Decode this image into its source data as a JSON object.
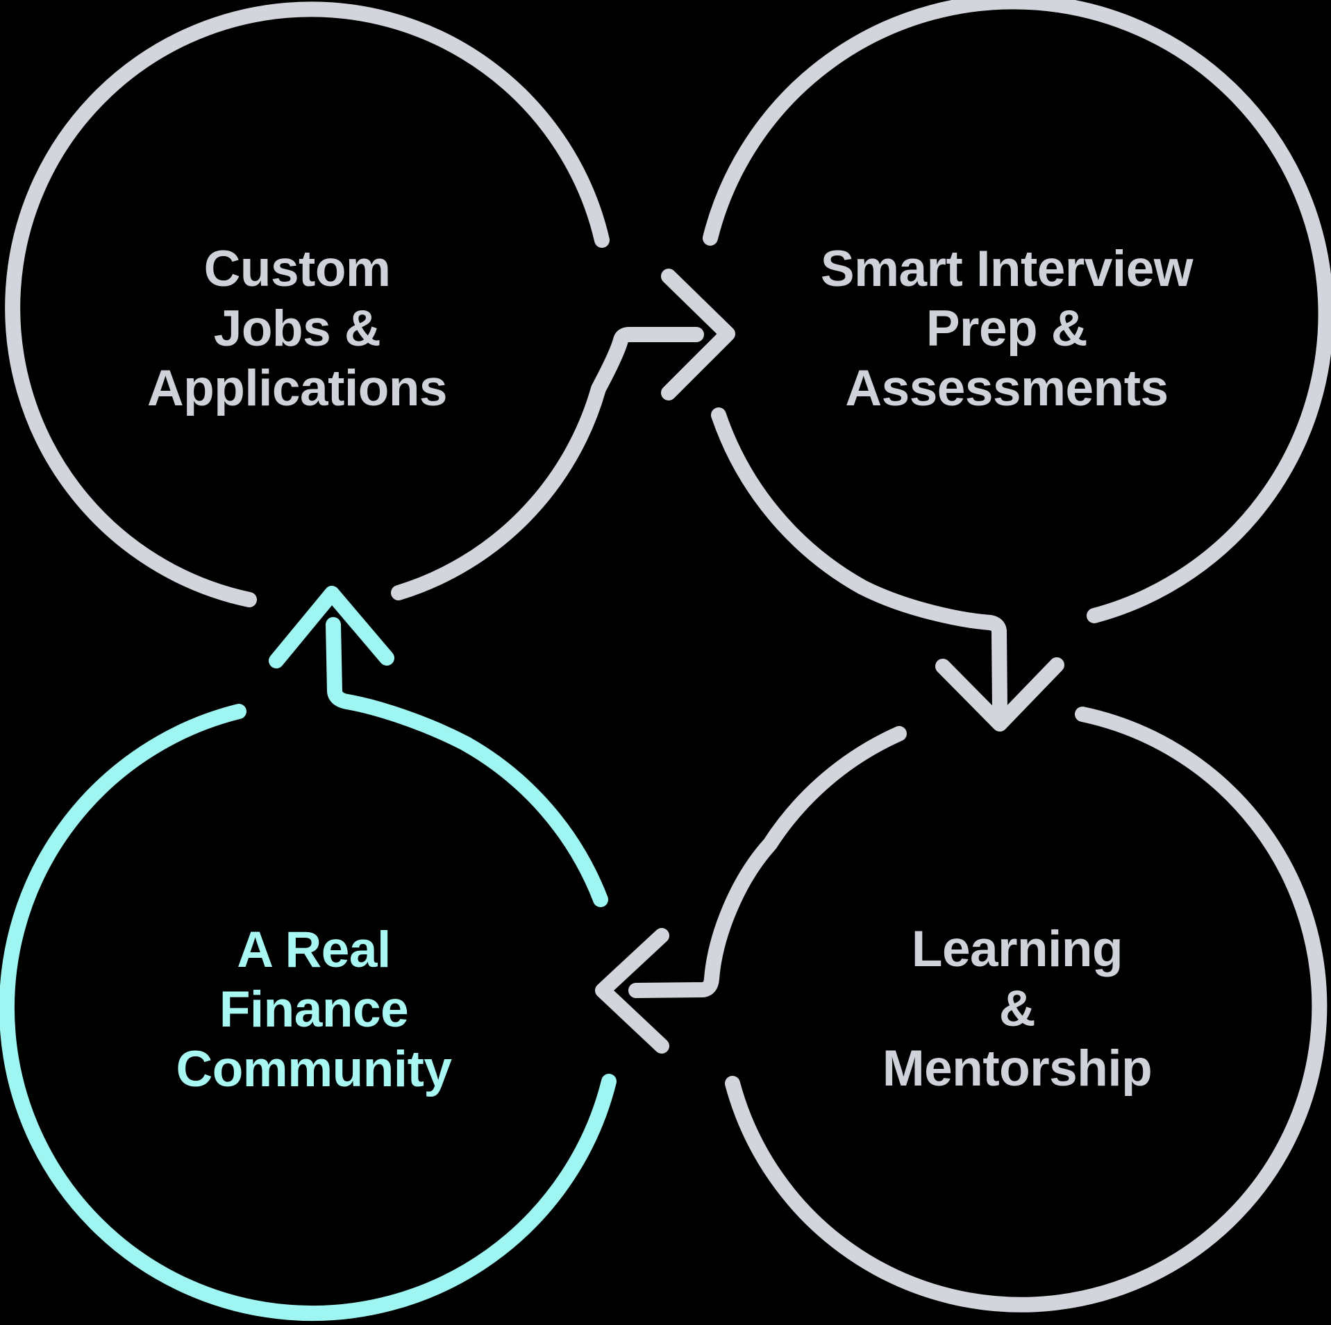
{
  "diagram": {
    "type": "cycle",
    "background_color": "#000000",
    "colors": {
      "gray_stroke": "#D2D5DB",
      "gray_text": "#CFD3D9",
      "highlight_stroke": "#9FF5F1",
      "highlight_text": "#A9F7F3"
    },
    "nodes": [
      {
        "id": "custom-jobs-applications",
        "lines": [
          "Custom",
          "Jobs &",
          "Applications"
        ],
        "color": "gray",
        "highlighted": false
      },
      {
        "id": "smart-interview-prep-assessments",
        "lines": [
          "Smart Interview",
          "Prep &",
          "Assessments"
        ],
        "color": "gray",
        "highlighted": false
      },
      {
        "id": "learning-mentorship",
        "lines": [
          "Learning",
          "&",
          "Mentorship"
        ],
        "color": "gray",
        "highlighted": false
      },
      {
        "id": "real-finance-community",
        "lines": [
          "A Real",
          "Finance",
          "Community"
        ],
        "color": "cyan",
        "highlighted": true
      }
    ],
    "arrows": [
      {
        "from": "custom-jobs-applications",
        "to": "smart-interview-prep-assessments",
        "direction": "right",
        "color": "gray"
      },
      {
        "from": "smart-interview-prep-assessments",
        "to": "learning-mentorship",
        "direction": "down",
        "color": "gray"
      },
      {
        "from": "learning-mentorship",
        "to": "real-finance-community",
        "direction": "left",
        "color": "gray"
      },
      {
        "from": "real-finance-community",
        "to": "custom-jobs-applications",
        "direction": "up",
        "color": "cyan"
      }
    ]
  }
}
